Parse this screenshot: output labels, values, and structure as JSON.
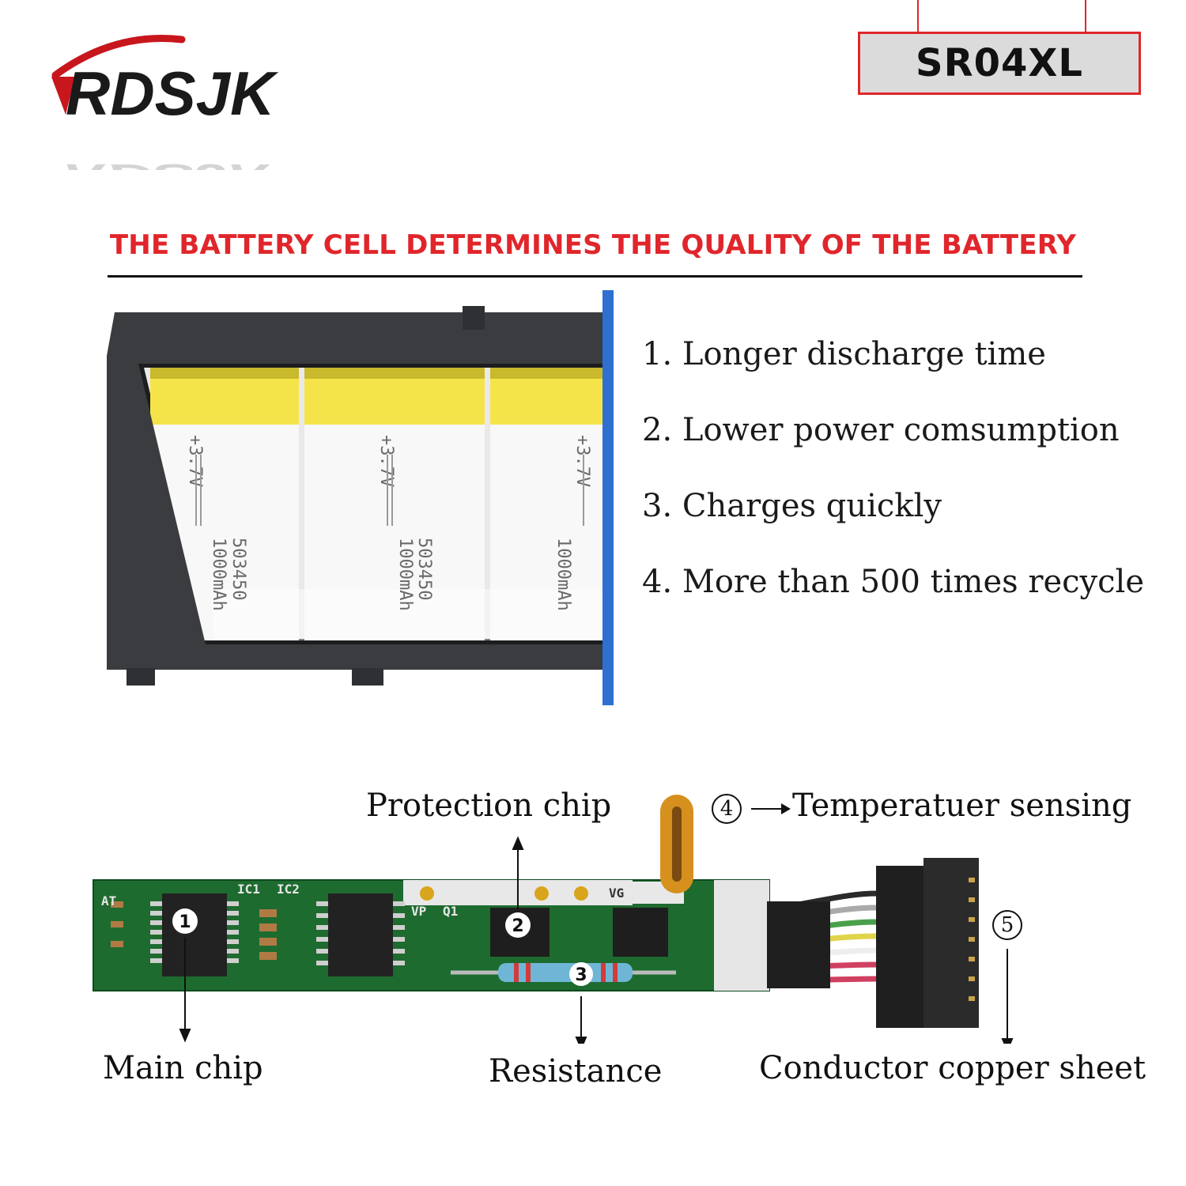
{
  "brand": {
    "logo_text": "RDSJK"
  },
  "model": "SR04XL",
  "headline": "THE BATTERY CELL DETERMINES THE QUALITY OF THE BATTERY",
  "features": [
    "1. Longer discharge time",
    "2. Lower power comsumption",
    "3. Charges quickly",
    "4. More than 500 times recycle"
  ],
  "cell_print": {
    "line1": "+3.7V",
    "line2": "503450",
    "line3": "1000mAh"
  },
  "pcb_labels": {
    "protection_chip": "Protection chip",
    "temperature": "Temperatuer sensing",
    "main_chip": "Main chip",
    "resistance": "Resistance",
    "conductor": "Conductor copper sheet",
    "marker_1": "1",
    "marker_2": "2",
    "marker_3": "3",
    "marker_4": "④",
    "marker_5": "⑤",
    "silkscreen_ic1": "IC1",
    "silkscreen_ic2": "IC2",
    "silkscreen_vp": "VP",
    "silkscreen_q1": "Q1",
    "silkscreen_at": "AT",
    "silkscreen_vg": "VG"
  },
  "colors": {
    "accent_red": "#e0262b",
    "pcb_green": "#1e6b2f",
    "cell_yellow": "#f4e44a",
    "frame_gray": "#3a3c3f",
    "edge_blue": "#2f6fd0"
  }
}
